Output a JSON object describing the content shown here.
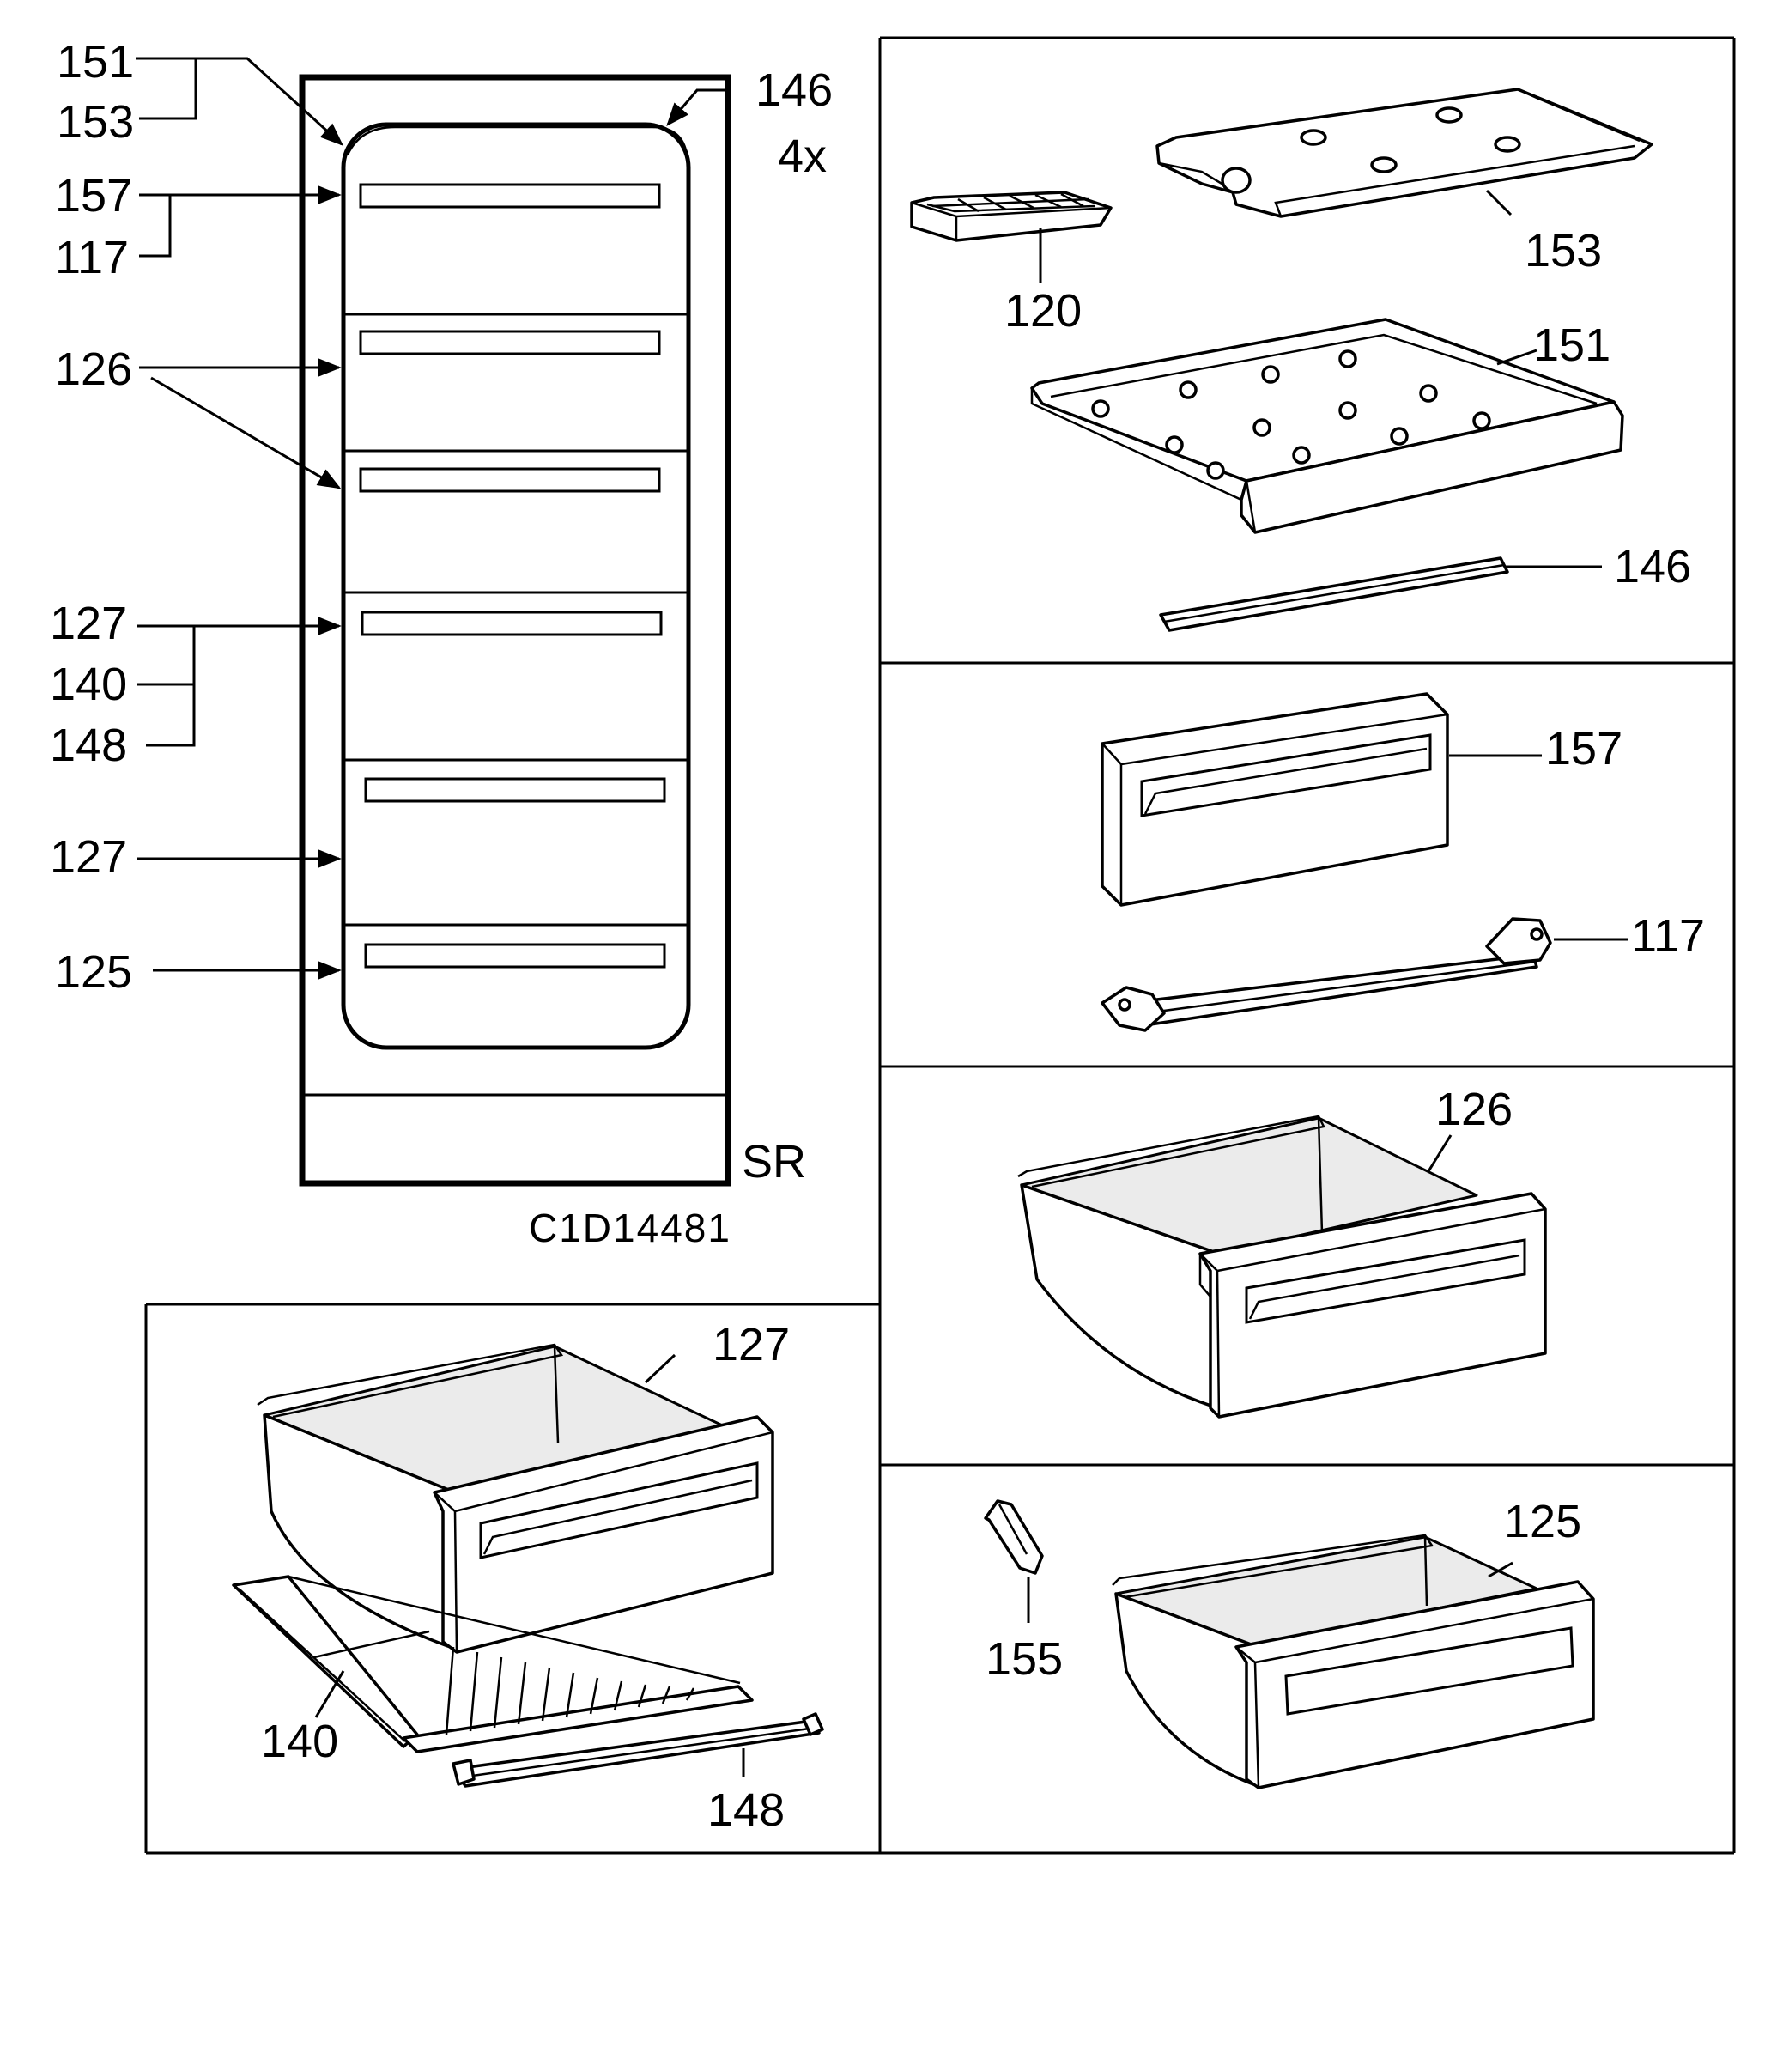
{
  "overview": {
    "labels": {
      "l151": "151",
      "l153": "153",
      "l146": "146",
      "l4x": "4x",
      "l157": "157",
      "l117": "117",
      "l126": "126",
      "l127a": "127",
      "l140": "140",
      "l148": "148",
      "l127b": "127",
      "l125": "125",
      "sr": "SR"
    },
    "drawing_code": "C1D14481"
  },
  "panels": {
    "ice": {
      "l120": "120",
      "l153": "153",
      "l151": "151",
      "l146": "146"
    },
    "front": {
      "l157": "157",
      "l117": "117"
    },
    "drawer126": {
      "l126": "126"
    },
    "drawer125": {
      "l125": "125",
      "l155": "155"
    },
    "drawer127": {
      "l127": "127",
      "l140": "140",
      "l148": "148"
    }
  }
}
